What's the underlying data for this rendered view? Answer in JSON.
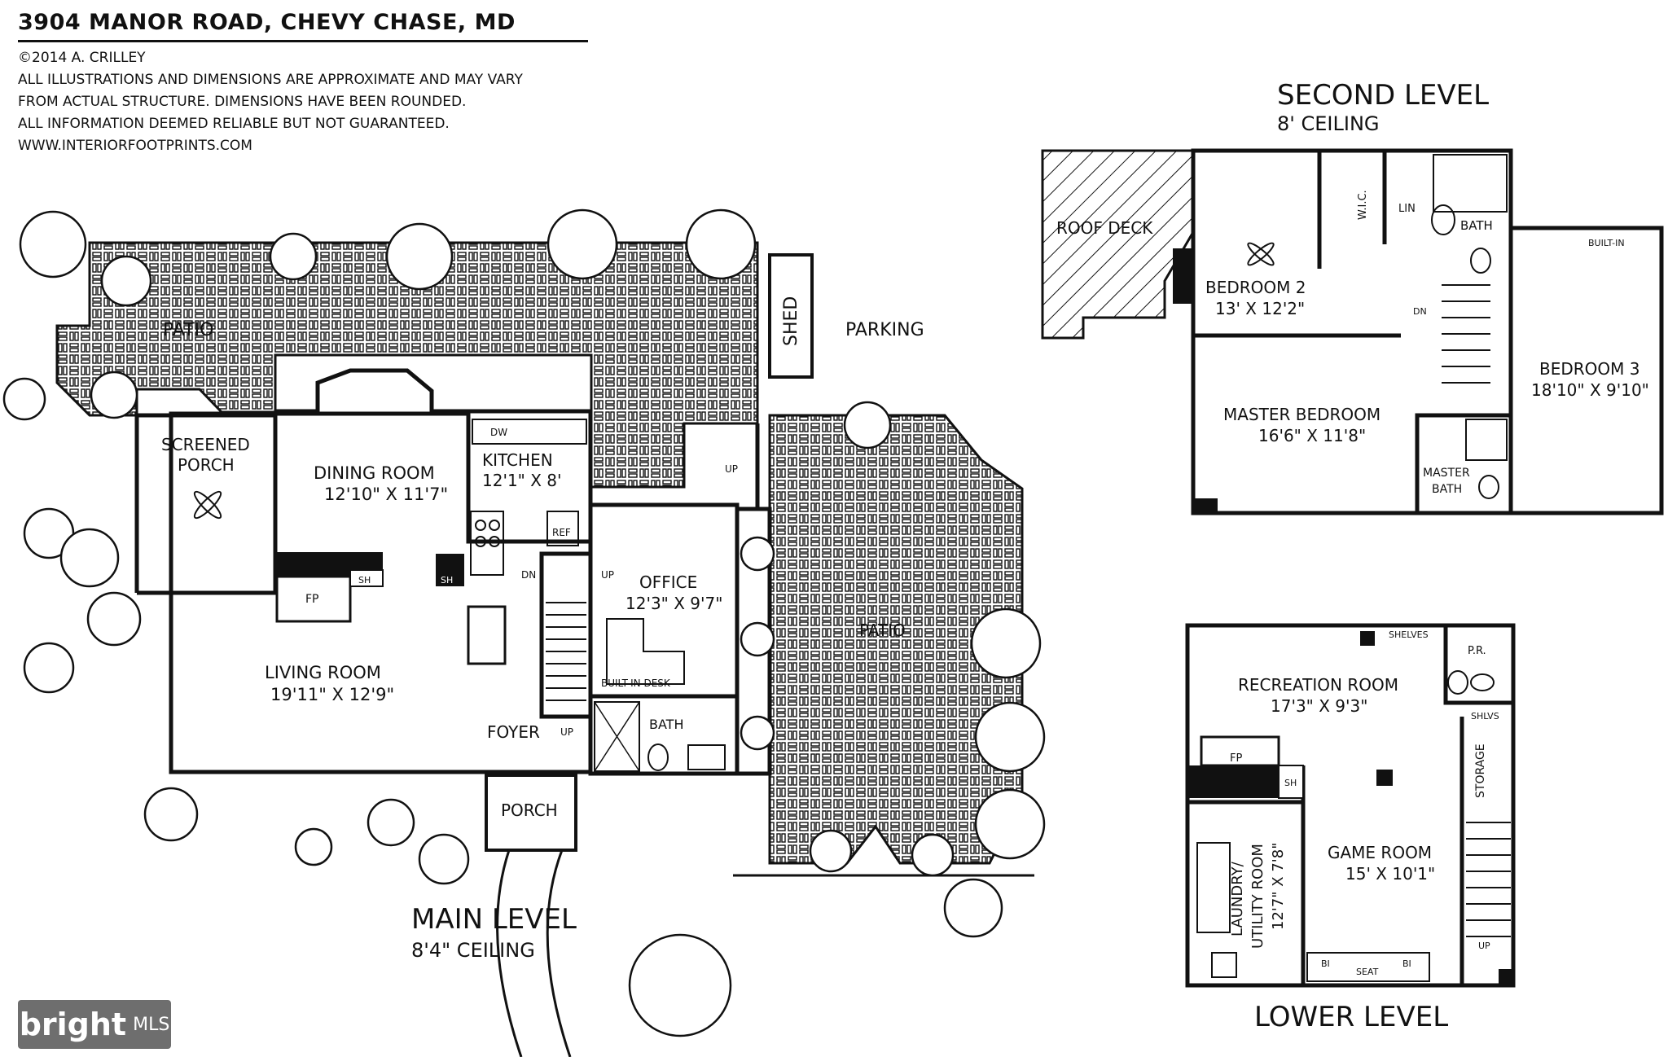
{
  "header": {
    "address": "3904 MANOR ROAD, CHEVY CHASE, MD",
    "copyright": "©2014 A. CRILLEY",
    "disclaimer": [
      "ALL ILLUSTRATIONS AND DIMENSIONS ARE APPROXIMATE AND MAY VARY",
      "FROM ACTUAL STRUCTURE. DIMENSIONS HAVE BEEN ROUNDED.",
      "ALL INFORMATION DEEMED RELIABLE BUT NOT GUARANTEED.",
      "WWW.INTERIORFOOTPRINTS.COM"
    ]
  },
  "levels": {
    "main": {
      "title": "MAIN LEVEL",
      "ceiling": "8'4\" CEILING"
    },
    "second": {
      "title": "SECOND LEVEL",
      "ceiling": "8' CEILING"
    },
    "lower": {
      "title": "LOWER LEVEL"
    }
  },
  "main_level": {
    "patio_top": "PATIO",
    "shed": "SHED",
    "parking": "PARKING",
    "screened_porch": [
      "SCREENED",
      "PORCH"
    ],
    "dining_room": {
      "name": "DINING ROOM",
      "dims": "12'10\" X 11'7\""
    },
    "kitchen": {
      "name": "KITCHEN",
      "dims": "12'1\" X 8'"
    },
    "dw": "DW",
    "ref": "REF",
    "office": {
      "name": "OFFICE",
      "dims": "12'3\" X 9'7\""
    },
    "builtin_desk": "BUILT-IN DESK",
    "living_room": {
      "name": "LIVING ROOM",
      "dims": "19'11\" X 12'9\""
    },
    "fp": "FP",
    "sh1": "SH",
    "sh2": "SH",
    "dn": "DN",
    "up1": "UP",
    "up2": "UP",
    "up3": "UP",
    "foyer": "FOYER",
    "bath": "BATH",
    "porch": "PORCH",
    "patio_right": "PATIO"
  },
  "second_level": {
    "roof_deck": "ROOF DECK",
    "bedroom2": {
      "name": "BEDROOM 2",
      "dims": "13' X 12'2\""
    },
    "wic": "W.I.C.",
    "lin": "LIN",
    "bath": "BATH",
    "builtin": "BUILT-IN",
    "dn": "DN",
    "bedroom3": {
      "name": "BEDROOM 3",
      "dims": "18'10\" X 9'10\""
    },
    "master_bedroom": {
      "name": "MASTER BEDROOM",
      "dims": "16'6\" X 11'8\""
    },
    "master_bath": [
      "MASTER",
      "BATH"
    ]
  },
  "lower_level": {
    "shelves": "SHELVES",
    "pr": "P.R.",
    "recreation_room": {
      "name": "RECREATION ROOM",
      "dims": "17'3\" X 9'3\""
    },
    "shlvs": "SHLVS",
    "storage": "STORAGE",
    "fp": "FP",
    "sh": "SH",
    "laundry": [
      "LAUNDRY/",
      "UTILITY ROOM",
      "12'7\" X 7'8\""
    ],
    "game_room": {
      "name": "GAME ROOM",
      "dims": "15' X 10'1\""
    },
    "bi1": "BI",
    "seat": "SEAT",
    "bi2": "BI",
    "up": "UP"
  },
  "logo": {
    "brand": "bright",
    "suffix": "MLS"
  }
}
